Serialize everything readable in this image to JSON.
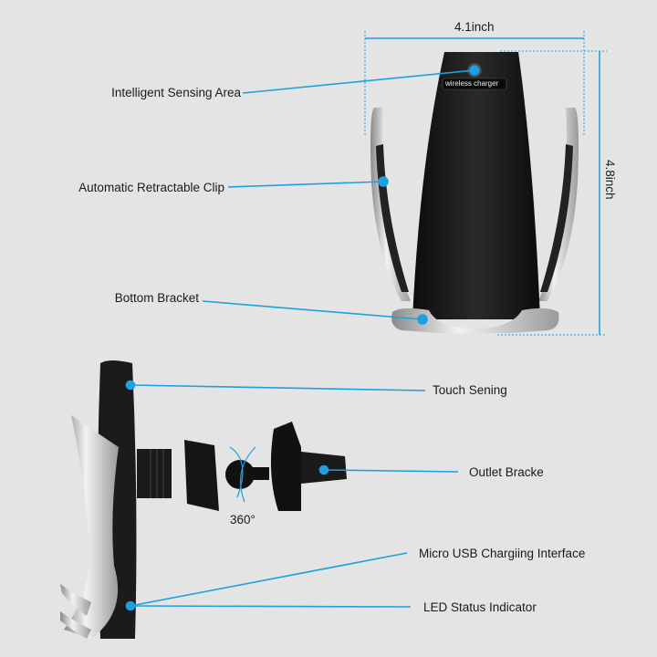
{
  "dimensions": {
    "width": "4.1inch",
    "height": "4.8inch"
  },
  "product_badge": "wireless charger",
  "front_callouts": [
    {
      "label": "Intelligent Sensing Area"
    },
    {
      "label": "Automatic Retractable Clip"
    },
    {
      "label": "Bottom Bracket"
    }
  ],
  "side_callouts": [
    {
      "label": "Touch Sening"
    },
    {
      "label": "Outlet Bracke"
    },
    {
      "label": "Micro USB Chargiing Interface"
    },
    {
      "label": "LED Status Indicator"
    }
  ],
  "rotation_label": "360°",
  "colors": {
    "accent": "#1ea0e0",
    "background": "#e4e4e4",
    "body": "#151515",
    "silver": "#c9c9c9"
  }
}
